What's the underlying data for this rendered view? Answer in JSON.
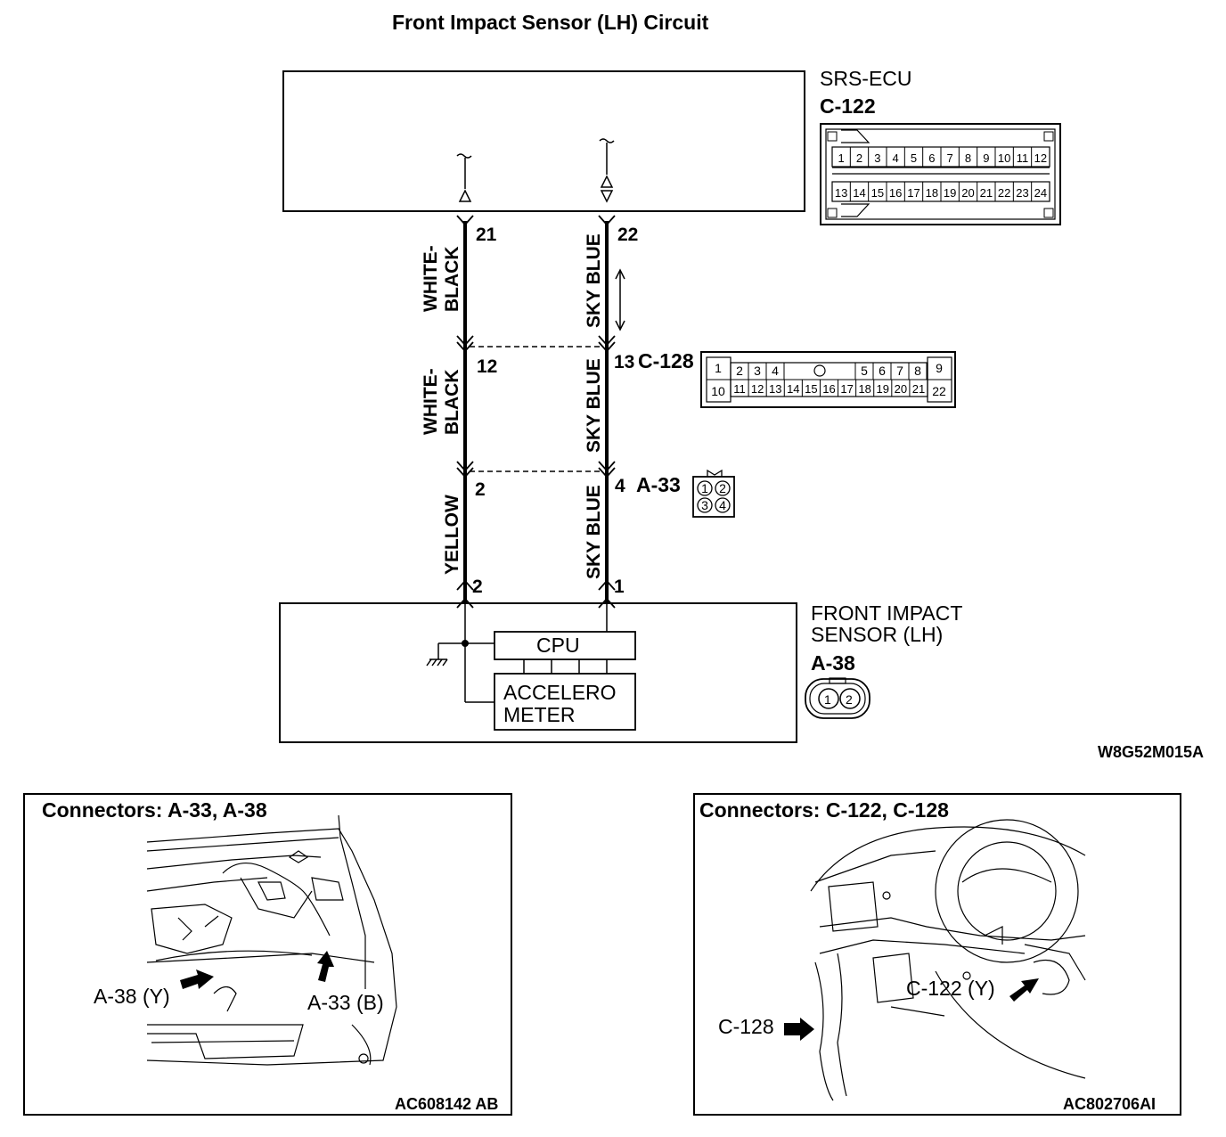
{
  "title": "Front Impact Sensor (LH) Circuit",
  "srs_ecu": {
    "name": "SRS-ECU",
    "connector": "C-122",
    "pins_row1": [
      "1",
      "2",
      "3",
      "4",
      "5",
      "6",
      "7",
      "8",
      "9",
      "10",
      "11",
      "12"
    ],
    "pins_row2": [
      "13",
      "14",
      "15",
      "16",
      "17",
      "18",
      "19",
      "20",
      "21",
      "22",
      "23",
      "24"
    ]
  },
  "c128": {
    "connector": "C-128",
    "row1": [
      "1",
      "2",
      "3",
      "4",
      "5",
      "6",
      "7",
      "8",
      "9"
    ],
    "row2": [
      "10",
      "11",
      "12",
      "13",
      "14",
      "15",
      "16",
      "17",
      "18",
      "19",
      "20",
      "21",
      "22"
    ]
  },
  "a33": {
    "connector": "A-33",
    "pins": [
      "1",
      "2",
      "3",
      "4"
    ]
  },
  "sensor": {
    "name_line1": "FRONT IMPACT",
    "name_line2": "SENSOR (LH)",
    "connector": "A-38",
    "pins": [
      "1",
      "2"
    ],
    "cpu_label": "CPU",
    "accel_line1": "ACCELERO",
    "accel_line2": "METER"
  },
  "wires": {
    "left": {
      "pin_ecu": "21",
      "pin_c128": "12",
      "pin_a33": "2",
      "pin_sensor": "2",
      "color_upper_1": "WHITE-",
      "color_upper_2": "BLACK",
      "color_mid_1": "WHITE-",
      "color_mid_2": "BLACK",
      "color_lower": "YELLOW"
    },
    "right": {
      "pin_ecu": "22",
      "pin_c128": "13",
      "pin_a33": "4",
      "pin_sensor": "1",
      "color_upper": "SKY BLUE",
      "color_mid": "SKY BLUE",
      "color_lower": "SKY BLUE"
    }
  },
  "diagram_code": "W8G52M015A",
  "panel_left": {
    "title": "Connectors: A-33, A-38",
    "callout_a38": "A-38 (Y)",
    "callout_a33": "A-33 (B)",
    "code": "AC608142 AB"
  },
  "panel_right": {
    "title": "Connectors: C-122, C-128",
    "callout_c122": "C-122 (Y)",
    "callout_c128": "C-128",
    "code": "AC802706AI"
  }
}
